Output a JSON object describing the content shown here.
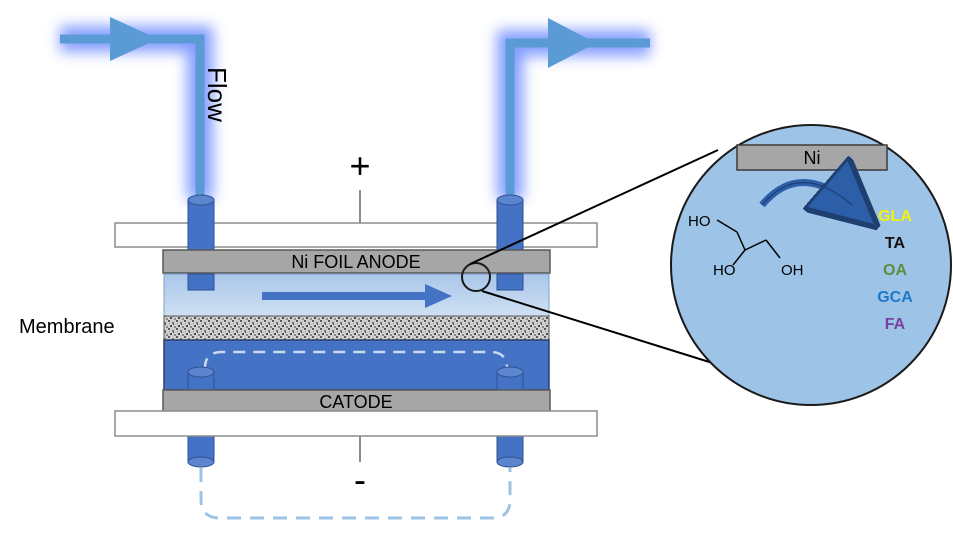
{
  "labels": {
    "flow": "Flow",
    "plus": "+",
    "minus": "-",
    "anode": "Ni FOIL  ANODE",
    "membrane": "Membrane",
    "cathode": "CATODE"
  },
  "inset": {
    "electrode": "Ni",
    "molecule": {
      "ho_top": "HO",
      "ho_bottom": "HO",
      "oh": "OH"
    },
    "products": [
      {
        "label": "GLA",
        "color": "#f2f20a"
      },
      {
        "label": "TA",
        "color": "#111111"
      },
      {
        "label": "OA",
        "color": "#5e8f3c"
      },
      {
        "label": "GCA",
        "color": "#1f78c8"
      },
      {
        "label": "FA",
        "color": "#7a3fa3"
      }
    ]
  },
  "colors": {
    "flow_pipe": "#5b9bd5",
    "flow_glow": "#6e8cff",
    "channel_dark": "#4472c4",
    "channel_light": "#b4cdea",
    "electrode_gray": "#a6a6a6",
    "inset_fill": "#9dc3e6"
  }
}
